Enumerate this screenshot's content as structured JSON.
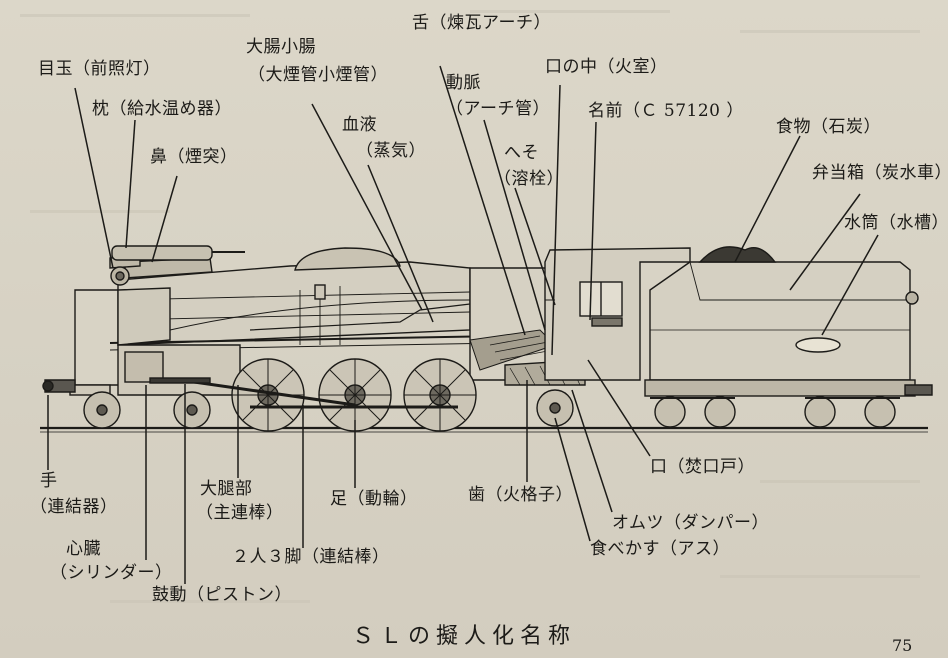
{
  "labels": {
    "headlight": "目玉（前照灯）",
    "heater": "枕（給水温め器）",
    "chimney": "鼻（煙突）",
    "tubes_1": "大腸小腸",
    "tubes_2": "（大煙管小煙管）",
    "arch": "舌（煉瓦アーチ）",
    "steam_1": "血液",
    "steam_2": "（蒸気）",
    "archtube_1": "動脈",
    "archtube_2": "（アーチ管）",
    "fusible_1": "へそ",
    "fusible_2": "（溶栓）",
    "firebox": "口の中（火室）",
    "nameplate": "名前（Ｃ 57120 ）",
    "coal": "食物（石炭）",
    "tender": "弁当箱（炭水車）",
    "tank": "水筒（水槽）",
    "coupler_1": "手",
    "coupler_2": "（連結器）",
    "cylinder_1": "心臓",
    "cylinder_2": "（シリンダー）",
    "piston": "鼓動（ピストン）",
    "mainrod_1": "大腿部",
    "mainrod_2": "（主連棒）",
    "siderod": "２人３脚（連結棒）",
    "wheels": "足（動輪）",
    "grate": "歯（火格子）",
    "firedoor": "口（焚口戸）",
    "damper": "オムツ（ダンパー）",
    "ash": "食べかす（アス）"
  },
  "caption": "ＳＬの擬人化名称",
  "page_number": "75"
}
